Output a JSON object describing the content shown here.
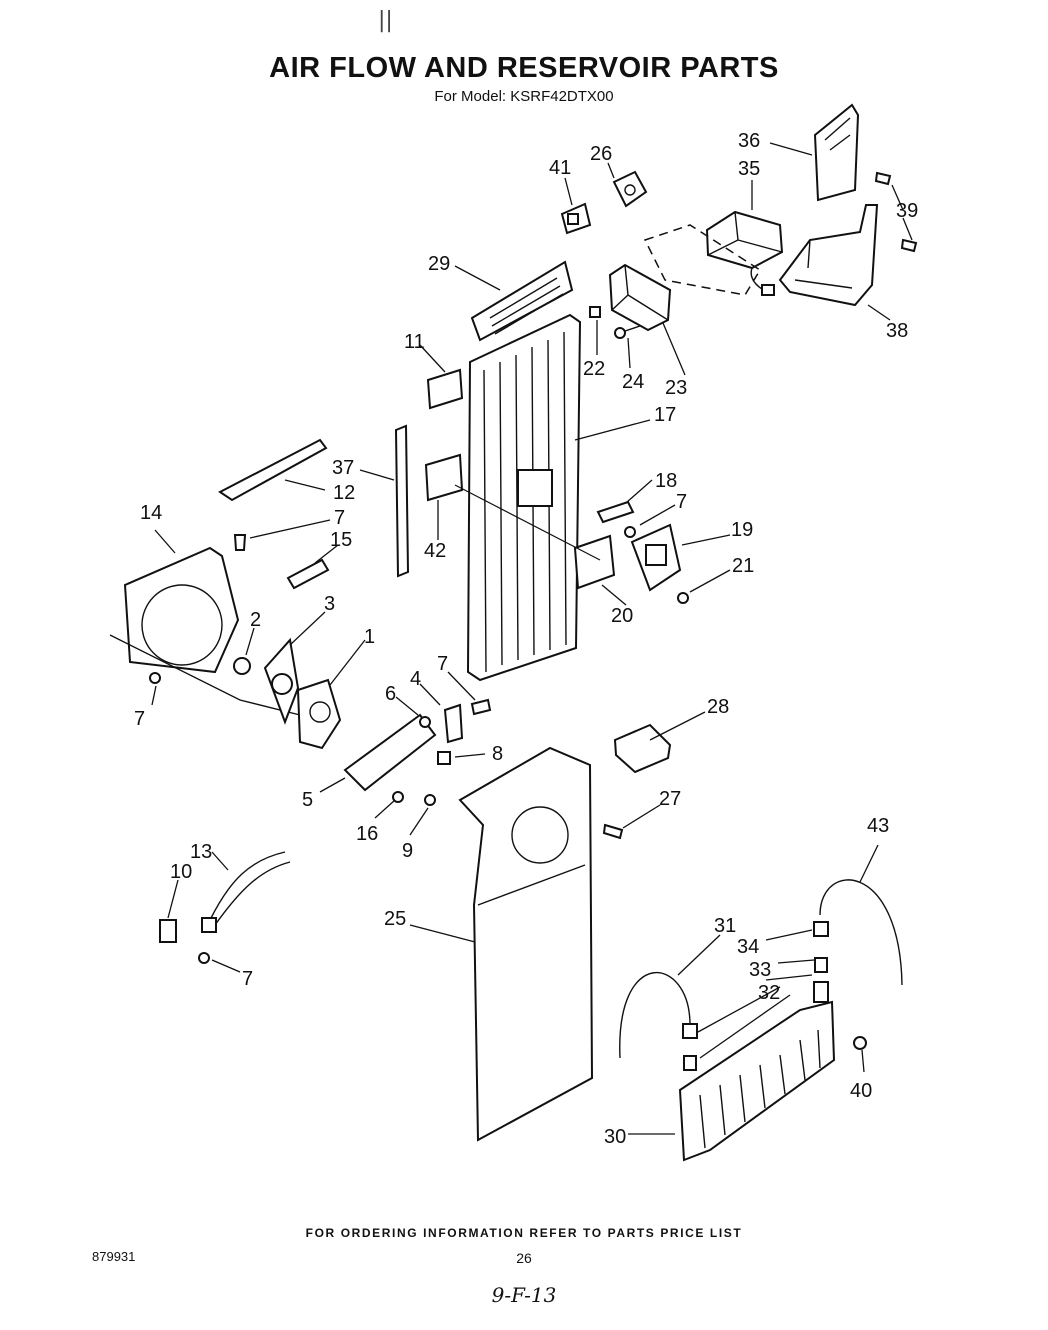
{
  "header": {
    "title": "AIR FLOW AND RESERVOIR PARTS",
    "model_line": "For Model: KSRF42DTX00",
    "top_mark": "||"
  },
  "footer": {
    "ordering_note": "FOR ORDERING INFORMATION REFER TO PARTS PRICE LIST",
    "doc_number": "879931",
    "page_number": "26",
    "handwritten_note": "9-F-13"
  },
  "callouts": [
    {
      "id": "c36",
      "label": "36"
    },
    {
      "id": "c26",
      "label": "26"
    },
    {
      "id": "c41",
      "label": "41"
    },
    {
      "id": "c35",
      "label": "35"
    },
    {
      "id": "c39",
      "label": "39"
    },
    {
      "id": "c29",
      "label": "29"
    },
    {
      "id": "c38",
      "label": "38"
    },
    {
      "id": "c11",
      "label": "11"
    },
    {
      "id": "c22",
      "label": "22"
    },
    {
      "id": "c24",
      "label": "24"
    },
    {
      "id": "c23",
      "label": "23"
    },
    {
      "id": "c17",
      "label": "17"
    },
    {
      "id": "c37",
      "label": "37"
    },
    {
      "id": "c12",
      "label": "12"
    },
    {
      "id": "c18",
      "label": "18"
    },
    {
      "id": "c7a",
      "label": "7"
    },
    {
      "id": "c14",
      "label": "14"
    },
    {
      "id": "c7b",
      "label": "7"
    },
    {
      "id": "c19",
      "label": "19"
    },
    {
      "id": "c15",
      "label": "15"
    },
    {
      "id": "c42",
      "label": "42"
    },
    {
      "id": "c21",
      "label": "21"
    },
    {
      "id": "c3",
      "label": "3"
    },
    {
      "id": "c20",
      "label": "20"
    },
    {
      "id": "c2",
      "label": "2"
    },
    {
      "id": "c1",
      "label": "1"
    },
    {
      "id": "c7c",
      "label": "7"
    },
    {
      "id": "c7d",
      "label": "7"
    },
    {
      "id": "c6",
      "label": "6"
    },
    {
      "id": "c4",
      "label": "4"
    },
    {
      "id": "c28",
      "label": "28"
    },
    {
      "id": "c8",
      "label": "8"
    },
    {
      "id": "c5",
      "label": "5"
    },
    {
      "id": "c27",
      "label": "27"
    },
    {
      "id": "c16",
      "label": "16"
    },
    {
      "id": "c9",
      "label": "9"
    },
    {
      "id": "c43",
      "label": "43"
    },
    {
      "id": "c13",
      "label": "13"
    },
    {
      "id": "c10",
      "label": "10"
    },
    {
      "id": "c25",
      "label": "25"
    },
    {
      "id": "c31",
      "label": "31"
    },
    {
      "id": "c34",
      "label": "34"
    },
    {
      "id": "c33",
      "label": "33"
    },
    {
      "id": "c7e",
      "label": "7"
    },
    {
      "id": "c32",
      "label": "32"
    },
    {
      "id": "c40",
      "label": "40"
    },
    {
      "id": "c30",
      "label": "30"
    }
  ]
}
